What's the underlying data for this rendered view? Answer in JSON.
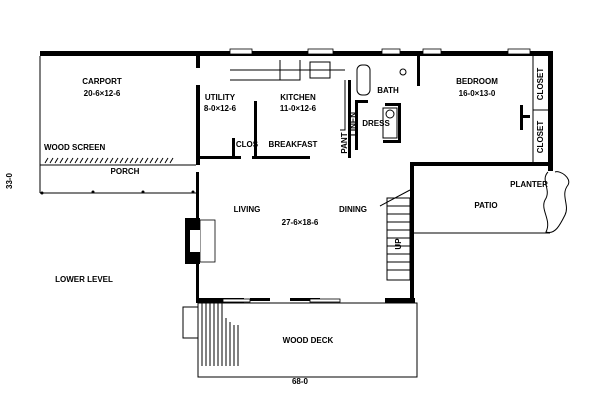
{
  "plan": {
    "level_label": "LOWER LEVEL",
    "overall_width": "68-0",
    "overall_depth": "33-0",
    "rooms": {
      "carport": {
        "name": "CARPORT",
        "size": "20-6×12-6"
      },
      "utility": {
        "name": "UTILITY",
        "size": "8-0×12-6"
      },
      "kitchen": {
        "name": "KITCHEN",
        "size": "11-0×12-6"
      },
      "bath": {
        "name": "BATH"
      },
      "bedroom": {
        "name": "BEDROOM",
        "size": "16-0×13-0"
      },
      "closet1": {
        "name": "CLOSET"
      },
      "closet2": {
        "name": "CLOSET"
      },
      "linen": {
        "name": "LINEN"
      },
      "dress": {
        "name": "DRESS"
      },
      "pantry": {
        "name": "PANT"
      },
      "clos": {
        "name": "CLOS"
      },
      "breakfast": {
        "name": "BREAKFAST"
      },
      "wood_screen": {
        "name": "WOOD SCREEN"
      },
      "porch": {
        "name": "PORCH"
      },
      "living": {
        "name": "LIVING"
      },
      "dining": {
        "name": "DINING"
      },
      "living_dining_size": "27-6×18-6",
      "patio": {
        "name": "PATIO"
      },
      "planter": {
        "name": "PLANTER"
      },
      "stair": {
        "name": "UP"
      },
      "wood_deck": {
        "name": "WOOD DECK"
      }
    }
  }
}
